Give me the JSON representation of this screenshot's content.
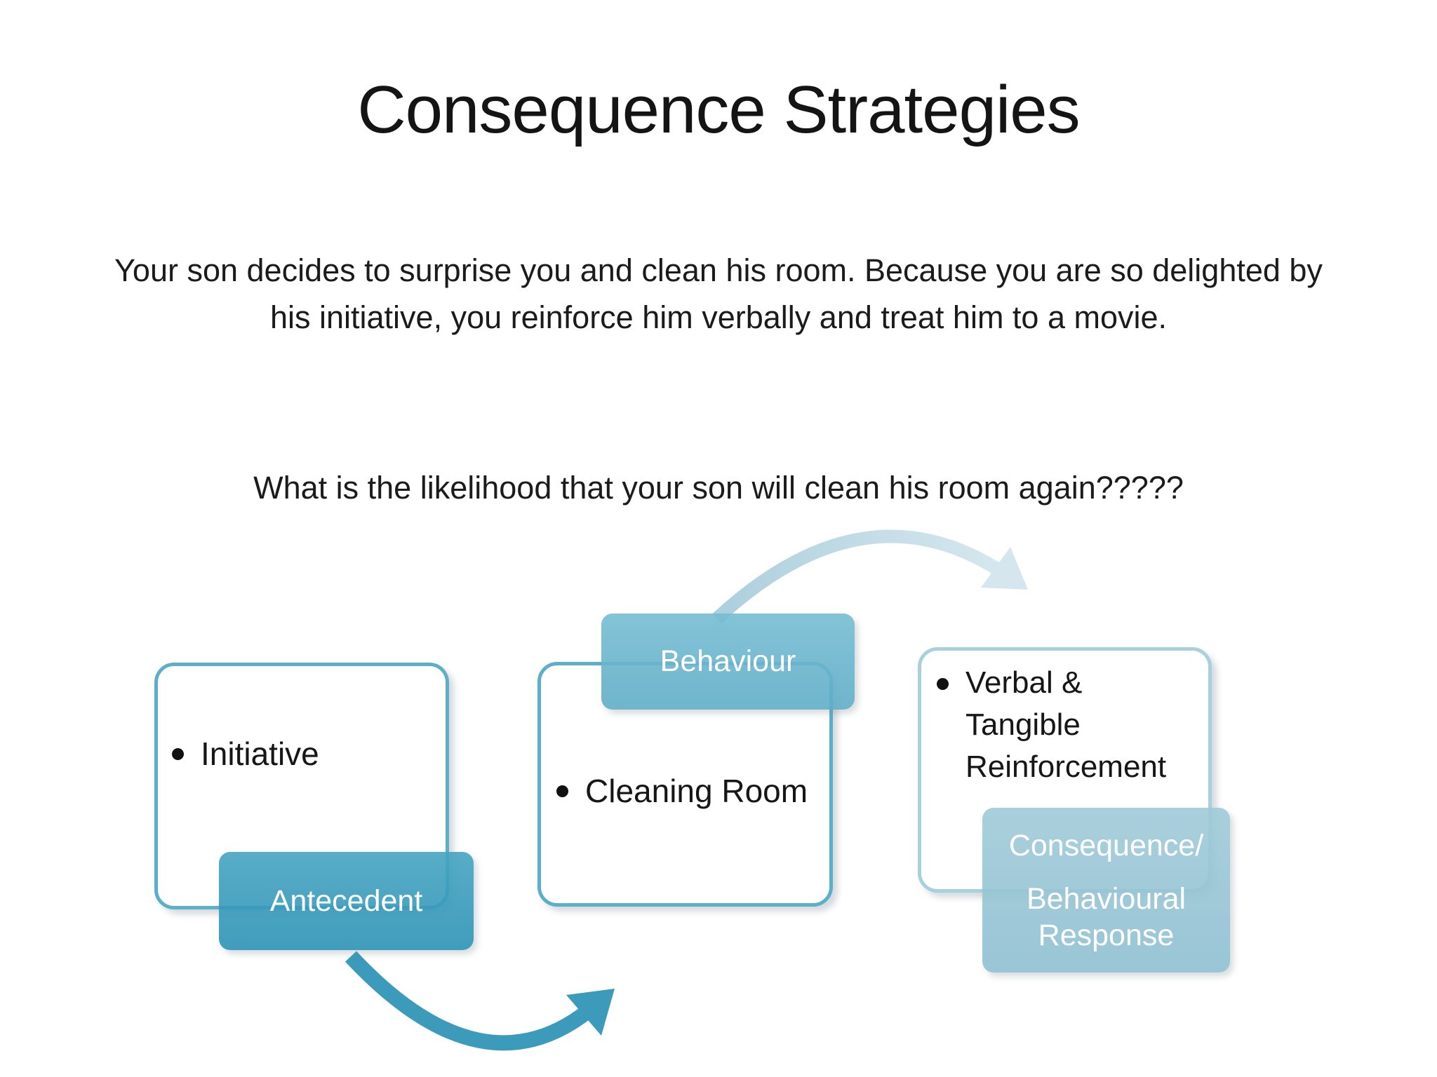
{
  "slide": {
    "title": "Consequence Strategies",
    "scenario_text": "Your son decides to surprise you and clean his room. Because you are so delighted by his initiative, you reinforce him verbally and treat him to a movie.",
    "question_text": "What is the likelihood that your son will clean his room again?????"
  },
  "diagram": {
    "type": "antecedent-behaviour-consequence-flow",
    "stages": [
      {
        "tag": "Antecedent",
        "bullets": [
          "Initiative"
        ]
      },
      {
        "tag": "Behaviour",
        "bullets": [
          "Cleaning Room"
        ]
      },
      {
        "tag_lines": [
          "Consequence/",
          "Behavioural Response"
        ],
        "bullets": [
          "Verbal & Tangible Reinforcement"
        ]
      }
    ],
    "icons": [
      "curved-arrow-light",
      "curved-arrow-dark"
    ],
    "palette": {
      "stage1_fill": "#4EA8C4",
      "stage2_fill": "#78BCD2",
      "stage3_fill": "#A2CBD9",
      "outline_strong": "#5CAFCA",
      "outline_light": "#A9D1DD",
      "arrow_dark": "#3C9BBA",
      "arrow_light_start": "#ACCFDD",
      "arrow_light_end": "#D9E9F0",
      "text_dark": "#1B1B1B",
      "text_light": "#FFFFFF",
      "background": "#FFFFFF"
    }
  }
}
